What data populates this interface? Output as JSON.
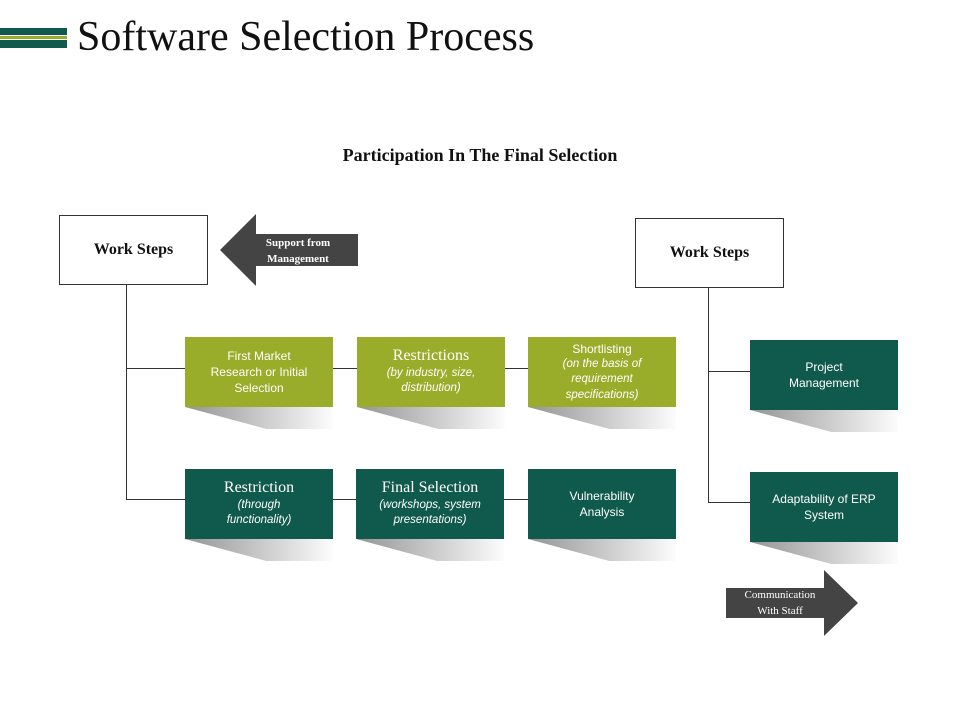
{
  "header": {
    "title": "Software Selection Process",
    "accent_colors": {
      "dark_green": "#0f5a4c",
      "olive": "#9aad2a"
    }
  },
  "diagram": {
    "subtitle": "Participation In The Final Selection",
    "work_steps_left": "Work Steps",
    "work_steps_right": "Work Steps",
    "support_arrow": {
      "line1": "Support  from",
      "line2": "Management"
    },
    "communication_arrow": {
      "line1": "Communication",
      "line2": "With Staff"
    },
    "row1": [
      {
        "lines": [
          "First Market",
          "Research or Initial",
          "Selection"
        ]
      },
      {
        "title": "Restrictions",
        "detail": [
          "(by industry, size,",
          "distribution)"
        ]
      },
      {
        "lines": [
          "Shortlisting"
        ],
        "detail": [
          "(on the basis of",
          "requirement",
          "specifications)"
        ]
      }
    ],
    "row2": [
      {
        "title": "Restriction",
        "detail": [
          "(through",
          "functionality)"
        ]
      },
      {
        "title": "Final Selection",
        "detail": [
          "(workshops, system",
          "presentations)"
        ]
      },
      {
        "lines": [
          "Vulnerability",
          "Analysis"
        ]
      }
    ],
    "right_cards": [
      {
        "lines": [
          "Project",
          "Management"
        ]
      },
      {
        "lines": [
          "Adaptability of ERP",
          "System"
        ]
      }
    ],
    "colors": {
      "green_card": "#9aad2a",
      "teal_card": "#0f5a4c",
      "arrow_gray": "#444444"
    }
  }
}
